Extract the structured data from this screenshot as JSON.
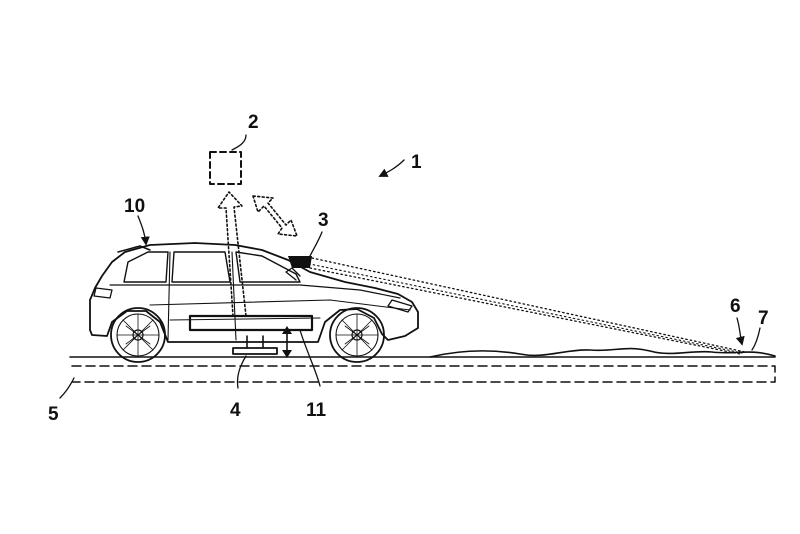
{
  "labels": {
    "system": "1",
    "remote_unit": "2",
    "camera": "3",
    "charging_pad": "4",
    "road": "5",
    "road_feature": "6",
    "road_surface": "7",
    "vehicle": "10",
    "vehicle_unit": "11"
  }
}
